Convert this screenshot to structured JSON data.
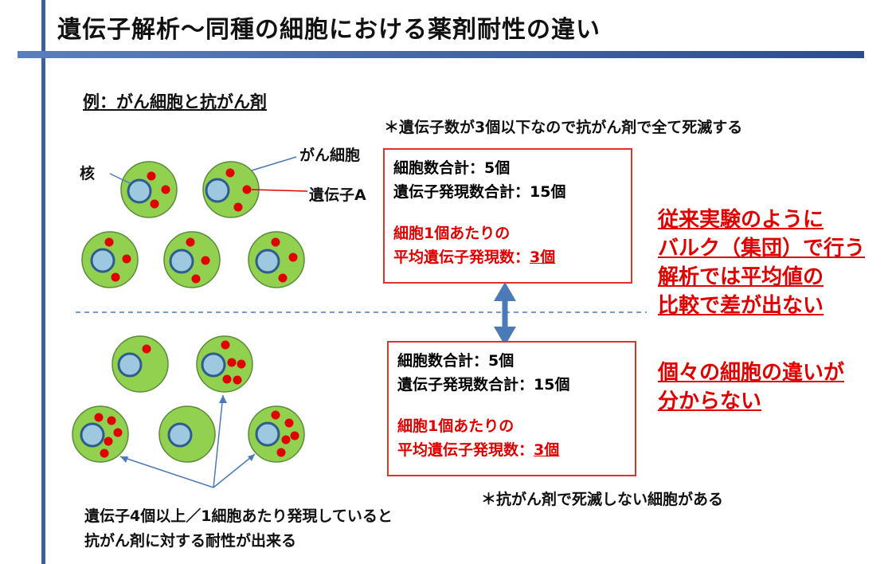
{
  "title": "遺伝子解析～同種の細胞における薬剤耐性の違い",
  "example_label": "例：がん細胞と抗がん剤",
  "labels": {
    "nucleus": "核",
    "cancer_cell": "がん細胞",
    "gene_a": "遺伝子A"
  },
  "notes": {
    "top": "＊遺伝子数が3個以下なので抗がん剤で全て死滅する",
    "bottom": "＊抗がん剤で死滅しない細胞がある",
    "resistance_line1": "遺伝子4個以上／1細胞あたり発現していると",
    "resistance_line2": "抗がん剤に対する耐性が出来る"
  },
  "box_top": {
    "cell_total": "細胞数合計：5個",
    "gene_total": "遺伝子発現数合計：15個",
    "avg_line1": "細胞1個あたりの",
    "avg_line2_prefix": "平均遺伝子発現数：",
    "avg_value": "3個"
  },
  "box_bottom": {
    "cell_total": "細胞数合計：5個",
    "gene_total": "遺伝子発現数合計：15個",
    "avg_line1": "細胞1個あたりの",
    "avg_line2_prefix": "平均遺伝子発現数：",
    "avg_value": "3個"
  },
  "conclusion": {
    "line1": "従来実験のように",
    "line2": "バルク（集団）で行う",
    "line3": "解析では平均値の",
    "line4": "比較で差が出ない",
    "line5": "個々の細胞の違いが",
    "line6": "分からない"
  },
  "colors": {
    "cell_fill": "#92d050",
    "nucleus_fill": "#9dc8e0",
    "nucleus_stroke": "#2f5c8f",
    "gene_dot": "#e00000",
    "accent_red": "#e00000",
    "title_bar": "#3f5f9a",
    "arrow": "#4a7ab8"
  }
}
